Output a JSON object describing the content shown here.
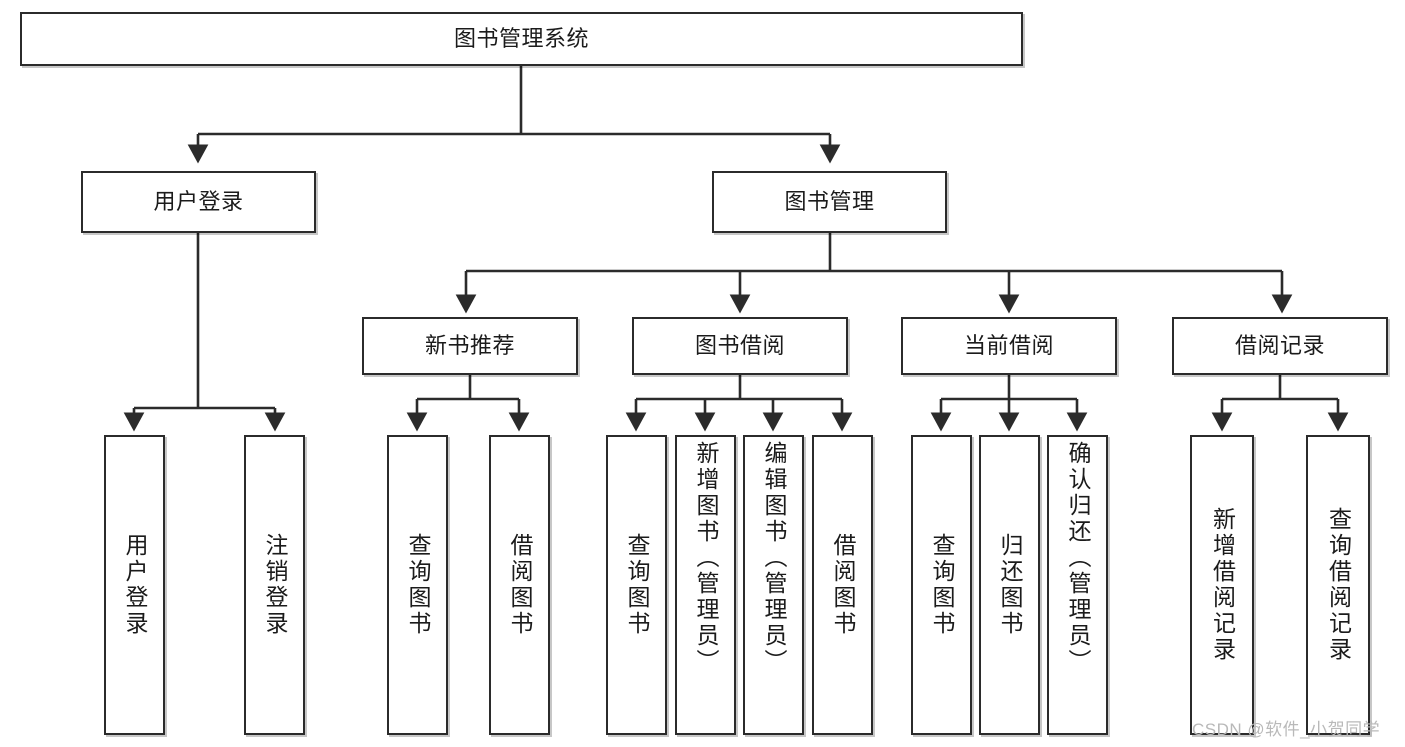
{
  "diagram": {
    "title_node": {
      "label": "图书管理系统"
    },
    "level2": [
      {
        "id": "user-login",
        "label": "用户登录"
      },
      {
        "id": "book-management",
        "label": "图书管理"
      }
    ],
    "level3": [
      {
        "id": "new-book-recommend",
        "label": "新书推荐"
      },
      {
        "id": "book-borrow",
        "label": "图书借阅"
      },
      {
        "id": "current-borrow",
        "label": "当前借阅"
      },
      {
        "id": "borrow-record",
        "label": "借阅记录"
      }
    ],
    "leaves": [
      {
        "id": "leaf-user-login",
        "label": "用户登录",
        "parent": "user-login"
      },
      {
        "id": "leaf-user-logout",
        "label": "注销登录",
        "parent": "user-login"
      },
      {
        "id": "leaf-query-book-1",
        "label": "查询图书",
        "parent": "new-book-recommend"
      },
      {
        "id": "leaf-borrow-book-1",
        "label": "借阅图书",
        "parent": "new-book-recommend"
      },
      {
        "id": "leaf-query-book-2",
        "label": "查询图书",
        "parent": "book-borrow"
      },
      {
        "id": "leaf-add-book",
        "label": "新增图书（管理员）",
        "parent": "book-borrow"
      },
      {
        "id": "leaf-edit-book",
        "label": "编辑图书（管理员）",
        "parent": "book-borrow"
      },
      {
        "id": "leaf-borrow-book-2",
        "label": "借阅图书",
        "parent": "book-borrow"
      },
      {
        "id": "leaf-query-book-3",
        "label": "查询图书",
        "parent": "current-borrow"
      },
      {
        "id": "leaf-return-book",
        "label": "归还图书",
        "parent": "current-borrow"
      },
      {
        "id": "leaf-confirm-return",
        "label": "确认归还（管理员）",
        "parent": "current-borrow"
      },
      {
        "id": "leaf-add-record",
        "label": "新增借阅记录",
        "parent": "borrow-record"
      },
      {
        "id": "leaf-query-record",
        "label": "查询借阅记录",
        "parent": "borrow-record"
      }
    ],
    "watermark": "CSDN @软件_小贺同学",
    "colors": {
      "stroke": "#2b2b2b",
      "background": "#ffffff",
      "text": "#1b1b1b",
      "watermark": "#b9b9b9"
    }
  }
}
